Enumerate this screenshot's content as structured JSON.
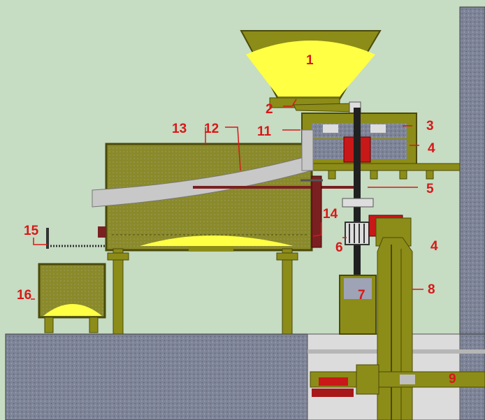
{
  "colors": {
    "background": "#c6dcc3",
    "wall": "#9ea3b5",
    "floor": "#7f8598",
    "machine_olive": "#8c8c18",
    "machine_shadow": "#6a6a10",
    "flour_yellow": "#ffff44",
    "stone_red": "#c81818",
    "label_red": "#d81818",
    "chute_grey": "#c8c8c8"
  },
  "labels": {
    "l1": "1",
    "l2": "2",
    "l3": "3",
    "l4a": "4",
    "l4b": "4",
    "l5": "5",
    "l6": "6",
    "l7": "7",
    "l8": "8",
    "l9": "9",
    "l11": "11",
    "l12": "12",
    "l13": "13",
    "l14": "14",
    "l15": "15",
    "l16": "16"
  },
  "icons": [
    "hopper-icon",
    "millstone-icon",
    "sifter-icon",
    "motor-icon",
    "gear-icon",
    "pulley-icon"
  ]
}
